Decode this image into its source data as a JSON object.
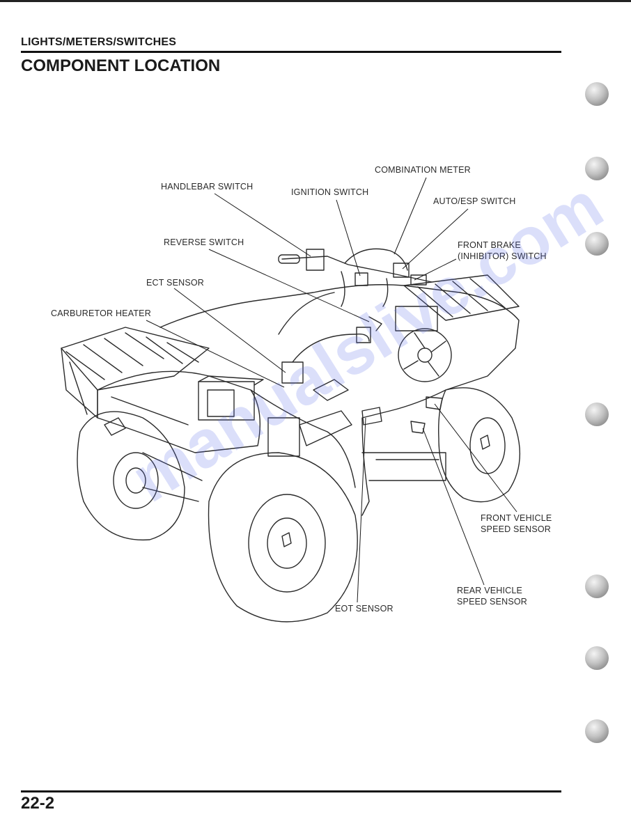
{
  "header": {
    "section": "LIGHTS/METERS/SWITCHES",
    "title": "COMPONENT LOCATION"
  },
  "callouts": {
    "combination_meter": "COMBINATION METER",
    "handlebar_switch": "HANDLEBAR SWITCH",
    "ignition_switch": "IGNITION SWITCH",
    "auto_esp_switch": "AUTO/ESP SWITCH",
    "reverse_switch": "REVERSE SWITCH",
    "front_brake_switch": "FRONT BRAKE\n(INHIBITOR) SWITCH",
    "ect_sensor": "ECT SENSOR",
    "carburetor_heater": "CARBURETOR HEATER",
    "front_vehicle_speed_sensor": "FRONT VEHICLE\nSPEED SENSOR",
    "rear_vehicle_speed_sensor": "REAR VEHICLE\nSPEED SENSOR",
    "eot_sensor": "EOT SENSOR"
  },
  "watermark": "manualslive.com",
  "footer": {
    "page_number": "22-2"
  }
}
